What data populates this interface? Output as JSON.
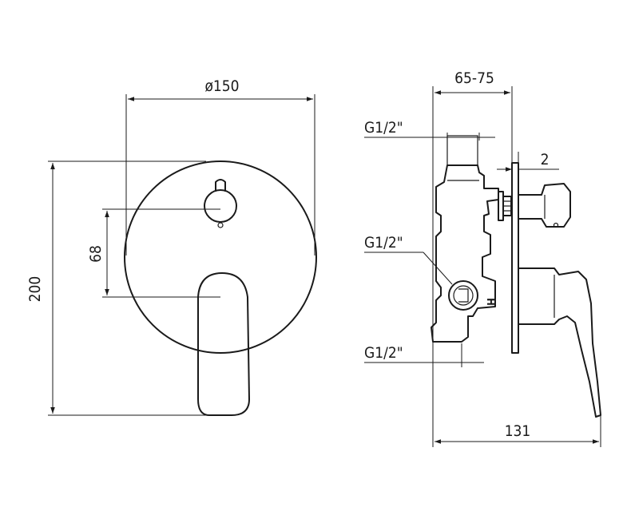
{
  "front_view": {
    "dim_diameter": "ø150",
    "dim_height": "200",
    "dim_spacing": "68"
  },
  "side_view": {
    "dim_depth_range": "65-75",
    "dim_plate": "2",
    "dim_total_depth": "131",
    "thread_top": "G1/2\"",
    "thread_middle": "G1/2\"",
    "thread_bottom": "G1/2\"",
    "marker_letter": "H"
  }
}
